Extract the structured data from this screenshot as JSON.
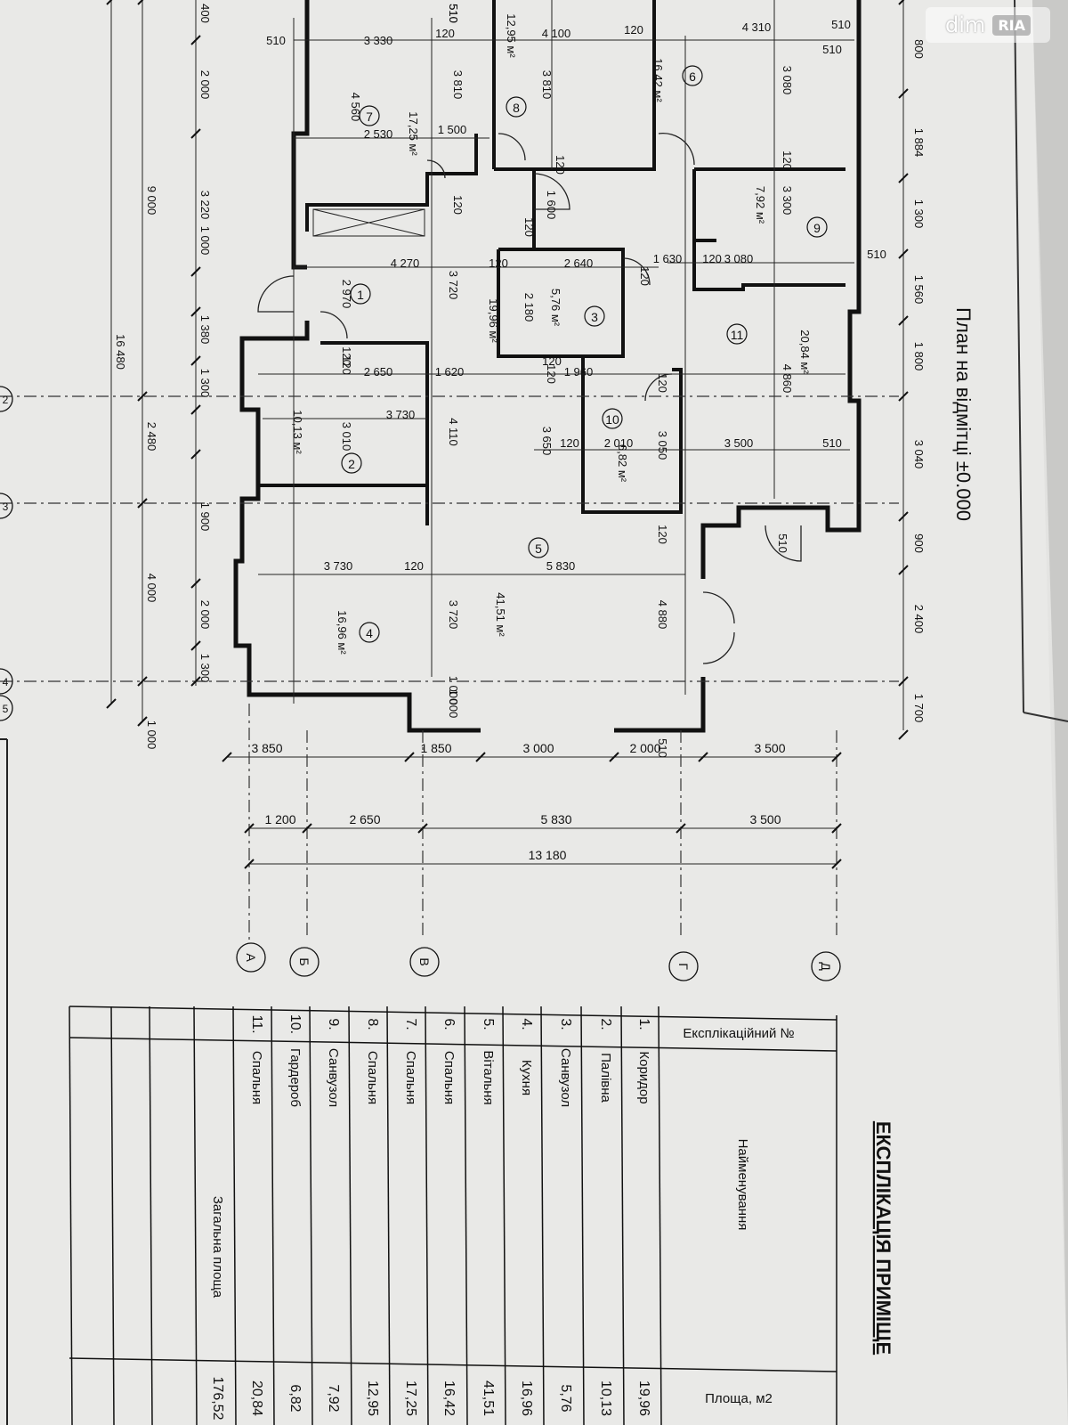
{
  "plan": {
    "title": "План на відмітці ±0.000",
    "rooms": [
      {
        "no": "1",
        "area": "19,96 м²"
      },
      {
        "no": "2",
        "area": "10,13 м²"
      },
      {
        "no": "3",
        "area": "5,76 м²"
      },
      {
        "no": "4",
        "area": "16,96 м²"
      },
      {
        "no": "5",
        "area": "41,51 м²"
      },
      {
        "no": "6",
        "area": "16,42 м²"
      },
      {
        "no": "7",
        "area": "17,25 м²"
      },
      {
        "no": "8",
        "area": "12,95 м²"
      },
      {
        "no": "9",
        "area": "7,92 м²"
      },
      {
        "no": "10",
        "area": "6,82 м²"
      },
      {
        "no": "11",
        "area": "20,84 м²"
      }
    ],
    "axes": [
      "А",
      "Б",
      "В",
      "Г",
      "Д"
    ],
    "grid_numbers": [
      "2",
      "3",
      "4",
      "5"
    ],
    "dims_bottom_1": [
      "3 850",
      "1 850",
      "3 000",
      "2 000",
      "3 500"
    ],
    "dims_bottom_2": [
      "1 200",
      "2 650",
      "5 830",
      "3 500"
    ],
    "dims_bottom_total": "13 180",
    "dims_right": [
      "800",
      "1 884",
      "1 300",
      "1 560",
      "1 800",
      "3 040",
      "900",
      "2 400",
      "1 700"
    ],
    "dims_left_1": [
      "400",
      "2 000",
      "3 220",
      "1 000",
      "1 380",
      "1 300",
      "1 900",
      "2 000",
      "1 300"
    ],
    "dims_left_2": [
      "9 000",
      "2 480",
      "4 000",
      "1 000"
    ],
    "dims_left_total": "16 480",
    "dims_inner": [
      "510",
      "3 330",
      "120",
      "510",
      "4 100",
      "120",
      "4 310",
      "510",
      "3 810",
      "3 810",
      "3 080",
      "4 560",
      "2 530",
      "1 500",
      "120",
      "120",
      "3 300",
      "120",
      "1 600",
      "120",
      "1 630",
      "120",
      "3 080",
      "510",
      "4 270",
      "3 720",
      "2 970",
      "2 640",
      "120",
      "2 180",
      "510",
      "120",
      "2 650",
      "1 620",
      "1 960",
      "120",
      "4 860",
      "120",
      "3 010",
      "3 730",
      "4 110",
      "3 650",
      "2 010",
      "3 050",
      "120",
      "3 500",
      "510",
      "1 000",
      "3 730",
      "120",
      "5 830",
      "3 720",
      "4 880",
      "120",
      "510",
      "1 000",
      "510",
      "120",
      "120",
      "120",
      "510"
    ]
  },
  "table": {
    "title": "ЕКСПЛІКАЦІЯ ПРИМІЩЕ",
    "headers": [
      "Експлікаційний №",
      "Найменування",
      "Площа, м2"
    ],
    "rows": [
      {
        "no": "1.",
        "name": "Коридор",
        "area": "19,96"
      },
      {
        "no": "2.",
        "name": "Палівна",
        "area": "10,13"
      },
      {
        "no": "3.",
        "name": "Санвузол",
        "area": "5,76"
      },
      {
        "no": "4.",
        "name": "Кухня",
        "area": "16,96"
      },
      {
        "no": "5.",
        "name": "Вітальня",
        "area": "41,51"
      },
      {
        "no": "6.",
        "name": "Спальня",
        "area": "16,42"
      },
      {
        "no": "7.",
        "name": "Спальня",
        "area": "17,25"
      },
      {
        "no": "8.",
        "name": "Спальня",
        "area": "12,95"
      },
      {
        "no": "9.",
        "name": "Санвузол",
        "area": "7,92"
      },
      {
        "no": "10.",
        "name": "Гардероб",
        "area": "6,82"
      },
      {
        "no": "11.",
        "name": "Спальня",
        "area": "20,84"
      }
    ],
    "total_label": "Загальна площа",
    "total_value": "176,52"
  },
  "watermark": {
    "brand": "dim",
    "badge": "RIA"
  }
}
